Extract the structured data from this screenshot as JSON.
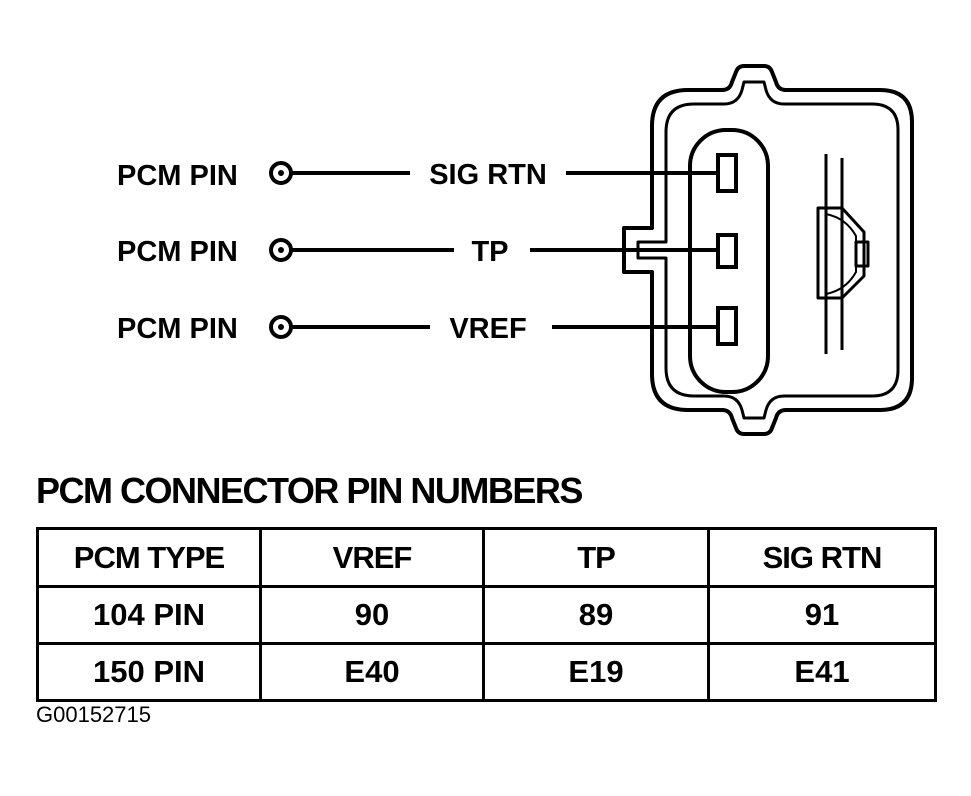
{
  "labels": {
    "pcm_pin": [
      "PCM PIN",
      "PCM PIN",
      "PCM PIN"
    ],
    "signals": [
      "SIG RTN",
      "TP",
      "VREF"
    ]
  },
  "table": {
    "title": "PCM CONNECTOR PIN NUMBERS",
    "headers": [
      "PCM TYPE",
      "VREF",
      "TP",
      "SIG RTN"
    ],
    "rows": [
      [
        "104 PIN",
        "90",
        "89",
        "91"
      ],
      [
        "150 PIN",
        "E40",
        "E19",
        "E41"
      ]
    ]
  },
  "figure_id": "G00152715"
}
